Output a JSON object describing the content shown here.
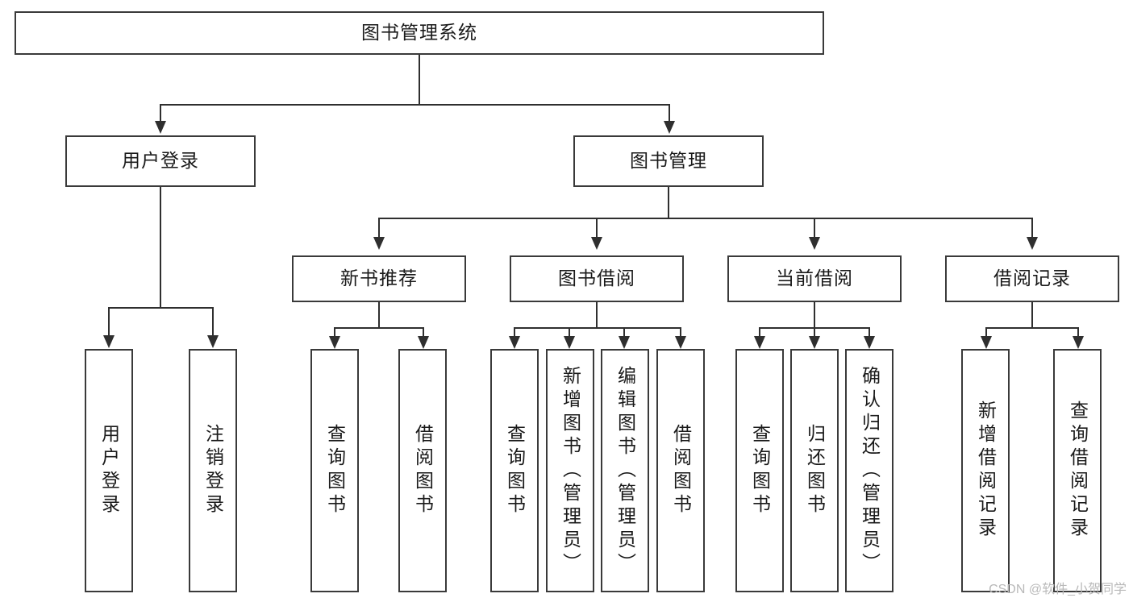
{
  "diagram": {
    "title": "图书管理系统",
    "type": "tree",
    "root": {
      "label": "图书管理系统"
    },
    "level2": [
      {
        "label": "用户登录"
      },
      {
        "label": "图书管理"
      }
    ],
    "level3": [
      {
        "label": "新书推荐"
      },
      {
        "label": "图书借阅"
      },
      {
        "label": "当前借阅"
      },
      {
        "label": "借阅记录"
      }
    ],
    "leaves": {
      "user_login": [
        {
          "label": "用户登录"
        },
        {
          "label": "注销登录"
        }
      ],
      "new_book_recommend": [
        {
          "label": "查询图书"
        },
        {
          "label": "借阅图书"
        }
      ],
      "book_borrow": [
        {
          "label": "查询图书"
        },
        {
          "label": "新增图书（管理员）"
        },
        {
          "label": "编辑图书（管理员）"
        },
        {
          "label": "借阅图书"
        }
      ],
      "current_borrow": [
        {
          "label": "查询图书"
        },
        {
          "label": "归还图书"
        },
        {
          "label": "确认归还（管理员）"
        }
      ],
      "borrow_record": [
        {
          "label": "新增借阅记录"
        },
        {
          "label": "查询借阅记录"
        }
      ]
    }
  },
  "watermark": {
    "text": "CSDN @软件_小贺同学"
  },
  "colors": {
    "stroke": "#3a3a3a",
    "connector": "#2f2f2f",
    "background": "#ffffff",
    "watermark": "#b9b9b9"
  }
}
